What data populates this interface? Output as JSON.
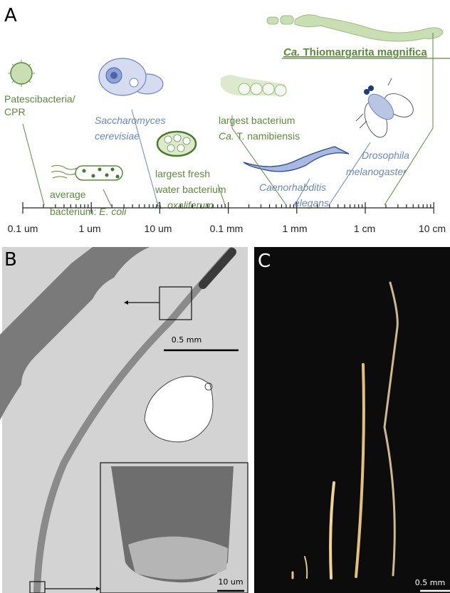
{
  "panels": {
    "a": "A",
    "b": "B",
    "c": "C"
  },
  "panel_a": {
    "title_organism": {
      "prefix": "Ca.",
      "name": " Thiomargarita magnifica"
    },
    "axis_ticks": [
      "0.1 um",
      "1 um",
      "10 um",
      "0.1 mm",
      "1 mm",
      "1 cm",
      "10 cm"
    ],
    "organisms": [
      {
        "line1": "Patescibacteria/",
        "line2": "CPR"
      },
      {
        "line1": "average",
        "line2a": "bacterium: ",
        "line2b": "E. coli"
      },
      {
        "line1": "Saccharomyces",
        "line2": "cerevisiae"
      },
      {
        "line1": "largest fresh",
        "line2": "water bacterium",
        "line3": "A. oxaliferum"
      },
      {
        "line1": "largest bacterium",
        "line2a": "Ca.",
        "line2b": " T. namibiensis"
      },
      {
        "line1": "Caenorhabditis",
        "line2": "elegans"
      },
      {
        "line1": "Drosophila",
        "line2": "melanogaster"
      }
    ],
    "colors": {
      "bacteria": "#5b8a3c",
      "eukaryote": "#6a86c0"
    }
  },
  "panel_b": {
    "scale_main": "0.5 mm",
    "scale_inset": "10 um"
  },
  "panel_c": {
    "scale": "0.5 mm"
  }
}
